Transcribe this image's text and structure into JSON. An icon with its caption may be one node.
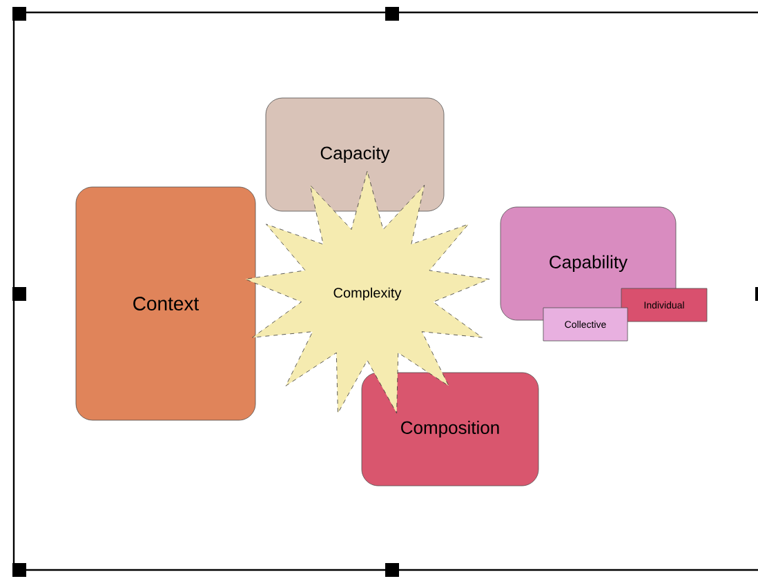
{
  "diagram": {
    "nodes": [
      {
        "text": [
          "Capacity"
        ]
      },
      {
        "text": [
          "Context"
        ]
      },
      {
        "text": [
          "Complexity"
        ]
      },
      {
        "text": [
          "Capability"
        ]
      },
      {
        "text": [
          "Individual"
        ]
      },
      {
        "text": [
          "Collective"
        ]
      },
      {
        "text": [
          "Composition"
        ]
      }
    ]
  }
}
